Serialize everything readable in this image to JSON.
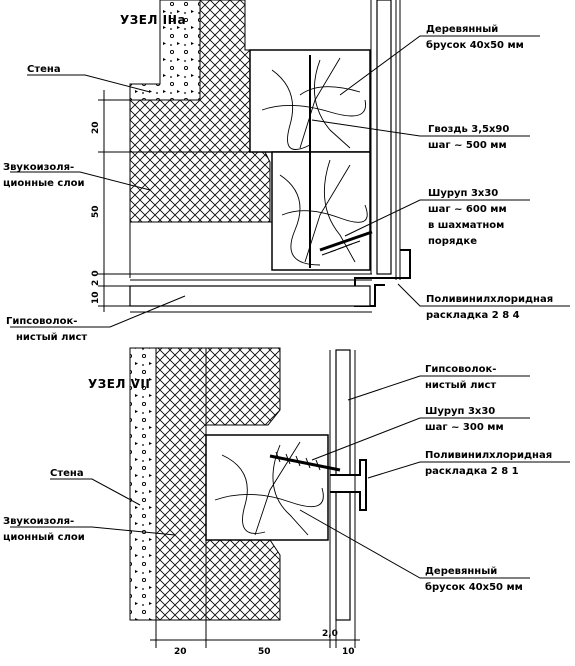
{
  "top": {
    "title": "УЗЕЛ IIIа",
    "wall": "Стена",
    "sound_1": "Звукоизоля-",
    "sound_2": "ционные слои",
    "gyp_1": "Гипсоволок-",
    "gyp_2": "нистый лист",
    "beam_1": "Деревянный",
    "beam_2": "брусок 40х50 мм",
    "nail_1": "Гвоздь 3,5х90",
    "nail_2": "шаг ~ 500 мм",
    "screw_1": "Шуруп 3х30",
    "screw_2": "шаг ~ 600 мм",
    "screw_3": "в шахматном",
    "screw_4": "порядке",
    "pvc_1": "Поливинилхлоридная",
    "pvc_2": "раскладка 2 8 4",
    "dim_20": "20",
    "dim_50": "50",
    "dim_2": "2 0",
    "dim_10": "10"
  },
  "bottom": {
    "title": "УЗЕЛ VII",
    "gyp_1": "Гипсоволок-",
    "gyp_2": "нистый лист",
    "screw_1": "Шуруп 3х30",
    "screw_2": "шаг ~ 300 мм",
    "pvc_1": "Поливинилхлоридная",
    "pvc_2": "раскладка 2 8 1",
    "wall": "Стена",
    "sound_1": "Звукоизоля-",
    "sound_2": "ционный слои",
    "beam_1": "Деревянный",
    "beam_2": "брусок 40х50 мм",
    "dim_20": "20",
    "dim_50": "50",
    "dim_2": "2,0",
    "dim_10": "10"
  }
}
